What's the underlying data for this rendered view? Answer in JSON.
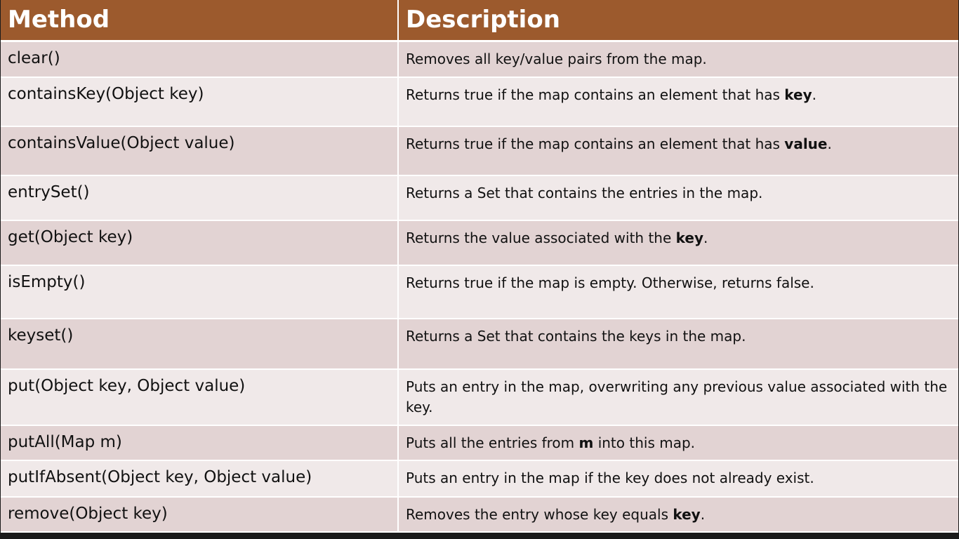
{
  "table": {
    "headers": {
      "method": "Method",
      "description": "Description"
    },
    "rows": [
      {
        "method": "clear()",
        "desc_pre": "Removes all key/value pairs from the map.",
        "desc_bold": "",
        "desc_post": ""
      },
      {
        "method": "containsKey(Object key)",
        "desc_pre": "Returns true if the map contains an element that has ",
        "desc_bold": "key",
        "desc_post": "."
      },
      {
        "method": "containsValue(Object value)",
        "desc_pre": "Returns true if the map contains an element that has ",
        "desc_bold": "value",
        "desc_post": "."
      },
      {
        "method": "entrySet()",
        "desc_pre": "Returns a Set that contains the entries in the map.",
        "desc_bold": "",
        "desc_post": ""
      },
      {
        "method": "get(Object key)",
        "desc_pre": "Returns the value associated with the ",
        "desc_bold": "key",
        "desc_post": "."
      },
      {
        "method": "isEmpty()",
        "desc_pre": "Returns true if the map is empty. Otherwise, returns false.",
        "desc_bold": "",
        "desc_post": ""
      },
      {
        "method": "keyset()",
        "desc_pre": "Returns a Set that contains the keys in the map.",
        "desc_bold": "",
        "desc_post": ""
      },
      {
        "method": "put(Object key, Object value)",
        "desc_pre": "Puts an entry in the map, overwriting any previous value associated with the key.",
        "desc_bold": "",
        "desc_post": ""
      },
      {
        "method": "putAll(Map m)",
        "desc_pre": "Puts all the entries from ",
        "desc_bold": "m",
        "desc_post": " into this map."
      },
      {
        "method": "putIfAbsent(Object key, Object value)",
        "desc_pre": "Puts an entry in the map if the key does not already exist.",
        "desc_bold": "",
        "desc_post": ""
      },
      {
        "method": "remove(Object key)",
        "desc_pre": "Removes the entry whose key equals ",
        "desc_bold": "key",
        "desc_post": "."
      }
    ]
  },
  "colors": {
    "header_bg": "#9c5a2d",
    "row_odd": "#e2d3d3",
    "row_even": "#f0e9e9",
    "frame": "#1a1a1a"
  }
}
